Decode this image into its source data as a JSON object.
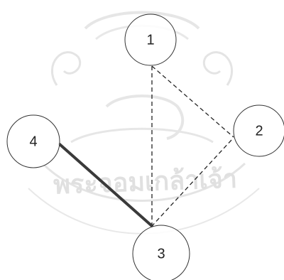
{
  "diagram": {
    "nodes": [
      {
        "id": "n1",
        "label": "1"
      },
      {
        "id": "n2",
        "label": "2"
      },
      {
        "id": "n3",
        "label": "3"
      },
      {
        "id": "n4",
        "label": "4"
      }
    ],
    "edges": [
      {
        "from": "n1",
        "to": "n2",
        "style": "dashed"
      },
      {
        "from": "n1",
        "to": "n3",
        "style": "dashed"
      },
      {
        "from": "n2",
        "to": "n3",
        "style": "dashed"
      },
      {
        "from": "n4",
        "to": "n3",
        "style": "solid-bold"
      }
    ],
    "colors": {
      "node_stroke": "#333333",
      "node_fill": "#ffffff",
      "dashed_edge": "#222222",
      "solid_edge": "#3a3a3a",
      "watermark": "#c8c8c8"
    },
    "watermark": {
      "kind": "university-seal",
      "text": "พระจอมเกล้าเจ้า"
    }
  }
}
